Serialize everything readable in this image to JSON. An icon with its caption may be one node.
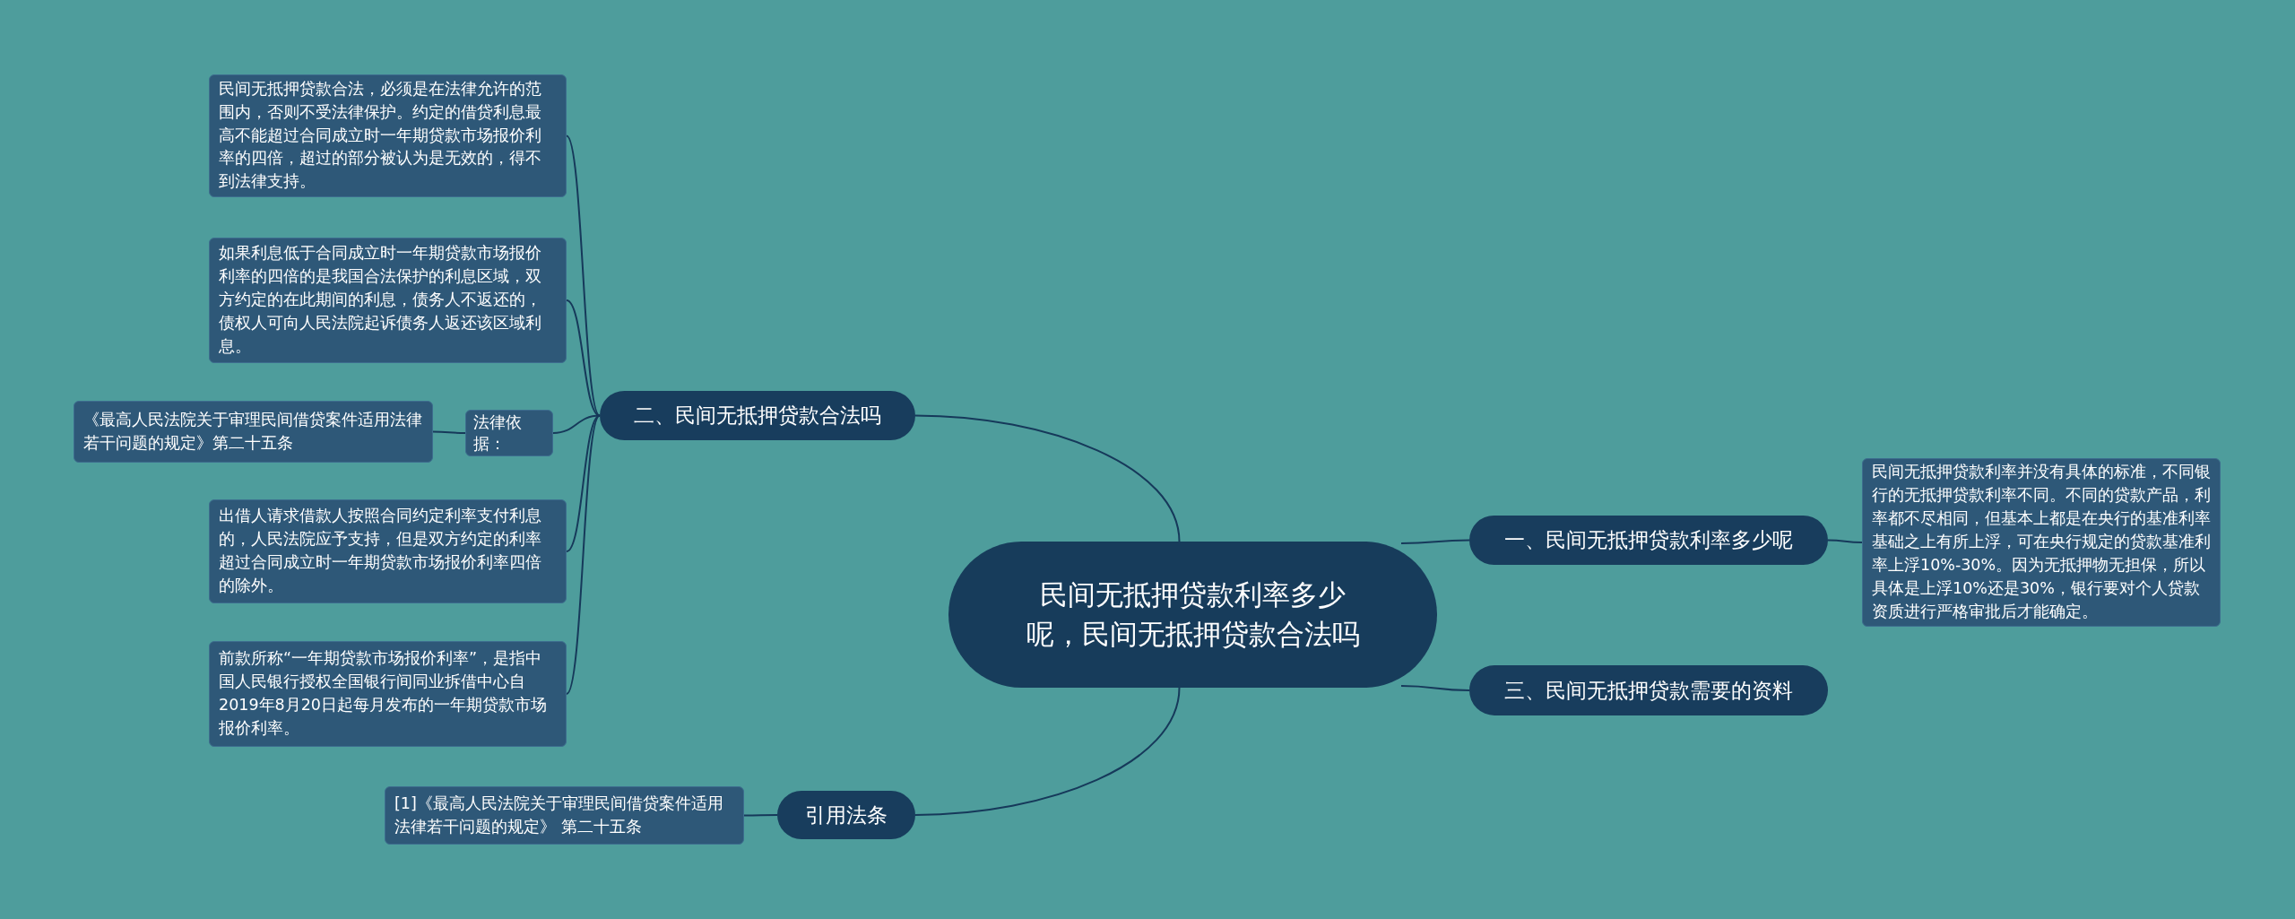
{
  "diagram": {
    "nodes": [
      {
        "text": [
          "民间无抵押贷款利率多少呢，民间无抵押贷款合法吗"
        ]
      },
      {
        "text": [
          "二、民间无抵押贷款合法吗"
        ]
      },
      {
        "text": [
          "民间无抵押贷款合法，必须是在法律允许的范围内，否则不受法律保护。约定的借贷利息最高不能超过合同成立时一年期贷款市场报价利率的四倍，超过的部分被认为是无效的，得不到法律支持。"
        ]
      },
      {
        "text": [
          "如果利息低于合同成立时一年期贷款市场报价利率的四倍的是我国合法保护的利息区域，双方约定的在此期间的利息，债务人不返还的，债权人可向人民法院起诉债务人返还该区域利息。"
        ]
      },
      {
        "text": [
          "法律依据："
        ]
      },
      {
        "text": [
          "《最高人民法院关于审理民间借贷案件适用法律若干问题的规定》第二十五条"
        ]
      },
      {
        "text": [
          "出借人请求借款人按照合同约定利率支付利息的，人民法院应予支持，但是双方约定的利率超过合同成立时一年期贷款市场报价利率四倍的除外。"
        ]
      },
      {
        "text": [
          "前款所称“一年期贷款市场报价利率”，是指中国人民银行授权全国银行间同业拆借中心自2019年8月20日起每月发布的一年期贷款市场报价利率。"
        ]
      },
      {
        "text": [
          "一、民间无抵押贷款利率多少呢"
        ]
      },
      {
        "text": [
          "民间无抵押贷款利率并没有具体的标准，不同银行的无抵押贷款利率不同。不同的贷款产品，利率都不尽相同，但基本上都是在央行的基准利率基础之上有所上浮，可在央行规定的贷款基准利率上浮10%-30%。因为无抵押物无担保，所以具体是上浮10%还是30%，银行要对个人贷款资质进行严格审批后才能确定。"
        ]
      },
      {
        "text": [
          "三、民间无抵押贷款需要的资料"
        ]
      },
      {
        "text": [
          "引用法条"
        ]
      },
      {
        "text": [
          "[1]《最高人民法院关于审理民间借贷案件适用法律若干问题的规定》 第二十五条"
        ]
      }
    ],
    "edges": [
      {
        "from": 0,
        "to": 1,
        "arrow": "none"
      },
      {
        "from": 1,
        "to": 2,
        "arrow": "none"
      },
      {
        "from": 1,
        "to": 3,
        "arrow": "none"
      },
      {
        "from": 1,
        "to": 4,
        "arrow": "none"
      },
      {
        "from": 4,
        "to": 5,
        "arrow": "none"
      },
      {
        "from": 1,
        "to": 6,
        "arrow": "none"
      },
      {
        "from": 1,
        "to": 7,
        "arrow": "none"
      },
      {
        "from": 0,
        "to": 8,
        "arrow": "none"
      },
      {
        "from": 8,
        "to": 9,
        "arrow": "none"
      },
      {
        "from": 0,
        "to": 10,
        "arrow": "none"
      },
      {
        "from": 0,
        "to": 11,
        "arrow": "none"
      },
      {
        "from": 11,
        "to": 12,
        "arrow": "none"
      }
    ]
  }
}
